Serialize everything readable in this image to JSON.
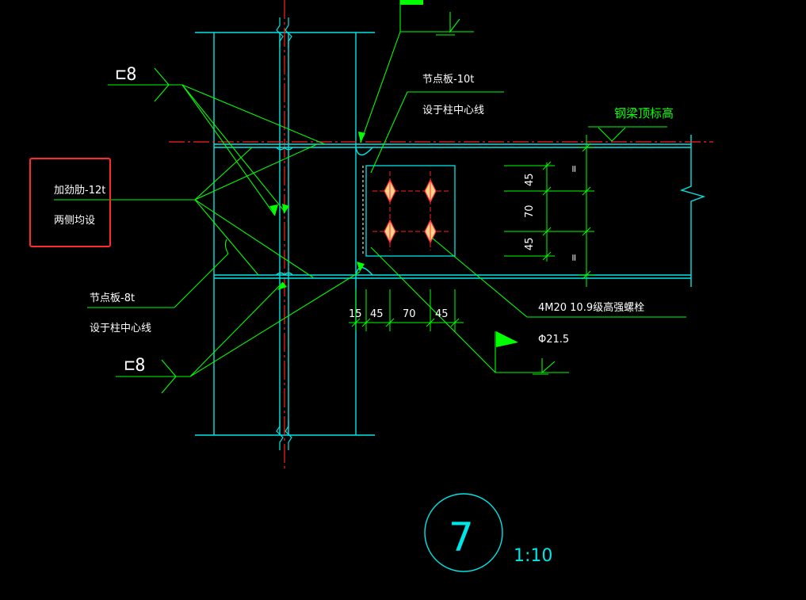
{
  "texts": {
    "weld_symbol_top": "⊏8",
    "weld_symbol_bottom": "⊏8",
    "gusset_top_1": "节点板-10t",
    "gusset_top_2": "设于柱中心线",
    "gusset_left_1": "节点板-8t",
    "gusset_left_2": "设于柱中心线",
    "stiffener_1": "加劲肋-12t",
    "stiffener_2": "两侧均设",
    "beam_top_elev": "钢梁顶标高",
    "bolt_spec": "4M20 10.9级高强螺栓",
    "hole_dia": "Φ21.5",
    "dim_h_15": "15",
    "dim_h_45a": "45",
    "dim_h_70": "70",
    "dim_h_45b": "45",
    "dim_v_45a": "45",
    "dim_v_70": "70",
    "dim_v_45b": "45",
    "eq_mark_1": "=",
    "eq_mark_2": "=",
    "detail_number": "7",
    "detail_scale": "1:10"
  },
  "colors": {
    "background": "#000000",
    "column_lines": "#00ffff",
    "leader_lines": "#00ff00",
    "text": "#ffffff",
    "center_line": "#ff0000",
    "highlight_box": "#ff2a2a",
    "bolt_fill": "#ffdc50",
    "flag": "#00ff00"
  }
}
